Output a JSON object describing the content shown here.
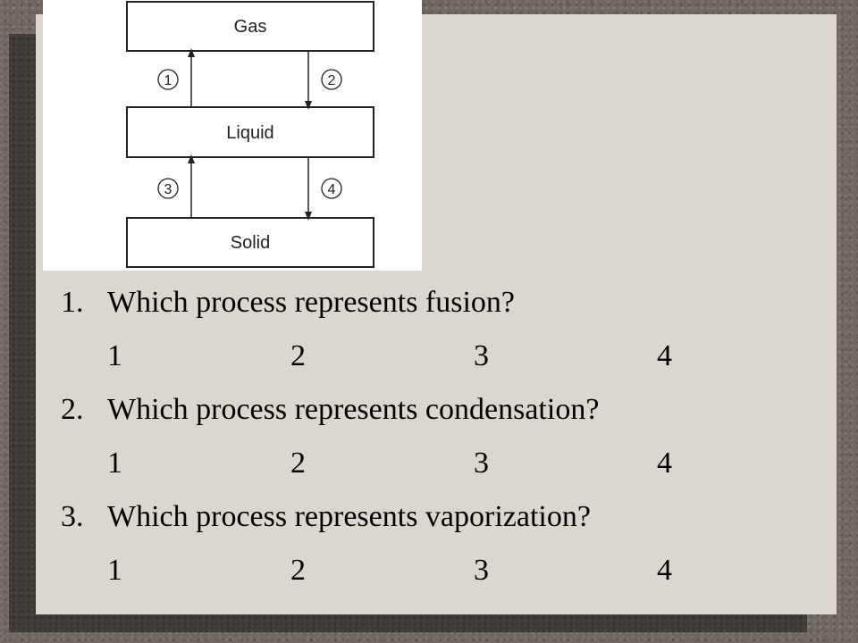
{
  "diagram": {
    "states": [
      "Gas",
      "Liquid",
      "Solid"
    ],
    "process_labels": [
      "1",
      "2",
      "3",
      "4"
    ]
  },
  "questions": [
    {
      "number": "1.",
      "text": "Which process represents fusion?",
      "choices": [
        "1",
        "2",
        "3",
        "4"
      ]
    },
    {
      "number": "2.",
      "text": "Which process represents condensation?",
      "choices": [
        "1",
        "2",
        "3",
        "4"
      ]
    },
    {
      "number": "3.",
      "text": "Which process represents vaporization?",
      "choices": [
        "1",
        "2",
        "3",
        "4"
      ]
    }
  ]
}
